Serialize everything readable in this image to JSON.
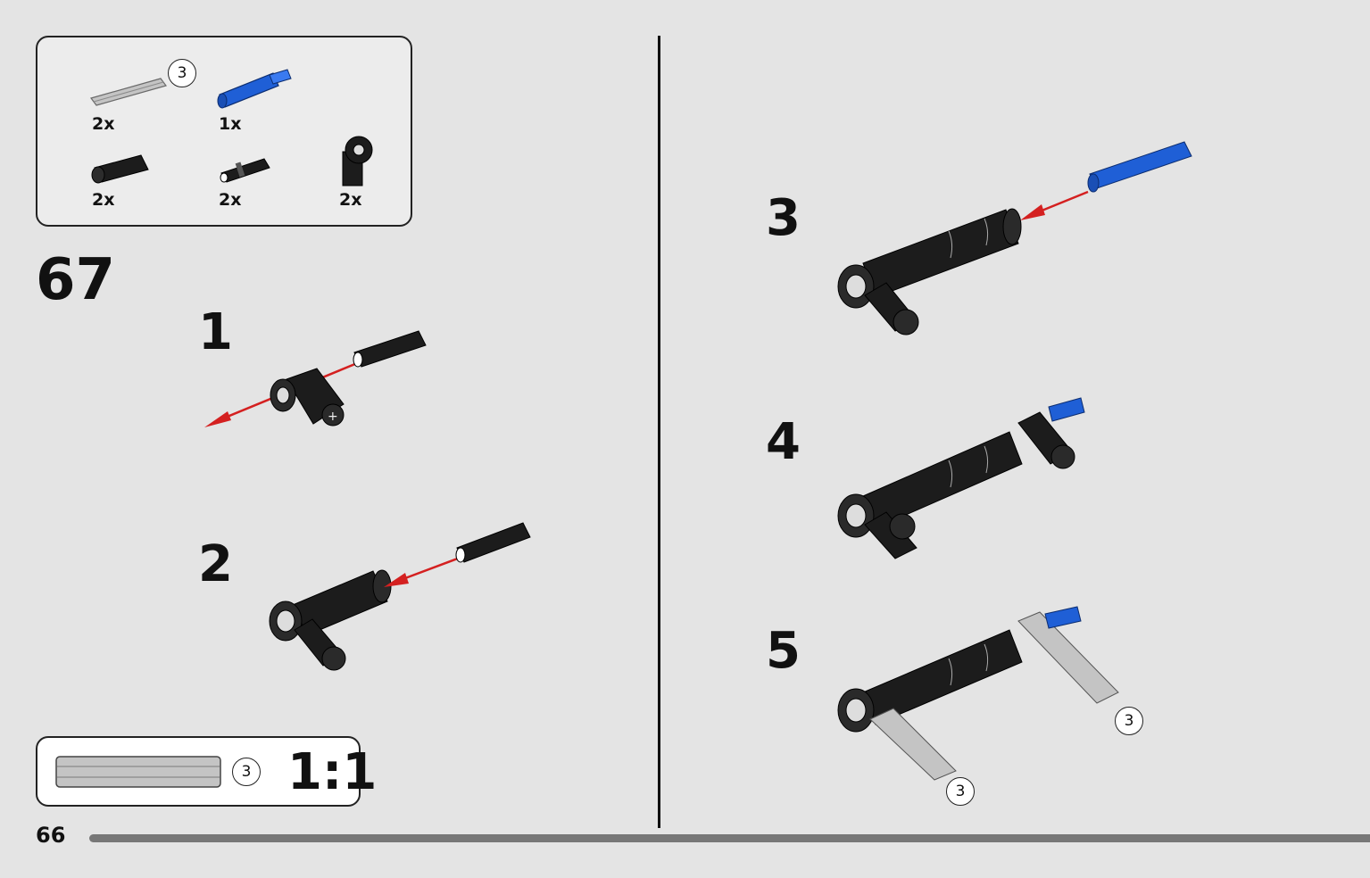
{
  "parts": {
    "items": [
      {
        "qty": "2x",
        "icon": "grey-axle-icon",
        "length_callout": "3"
      },
      {
        "qty": "1x",
        "icon": "blue-pin-icon"
      },
      {
        "qty": "2x",
        "icon": "black-tube-icon"
      },
      {
        "qty": "2x",
        "icon": "black-pin-icon"
      },
      {
        "qty": "2x",
        "icon": "angle-connector-icon"
      }
    ]
  },
  "build": {
    "bag_number": "67",
    "steps": [
      {
        "number": "1"
      },
      {
        "number": "2"
      },
      {
        "number": "3"
      },
      {
        "number": "4"
      },
      {
        "number": "5",
        "callouts": [
          "3",
          "3"
        ]
      }
    ]
  },
  "scale": {
    "callout": "3",
    "label": "1:1"
  },
  "page": {
    "number": "66",
    "progress_fraction": 1.0
  },
  "colors": {
    "background": "#e4e4e4",
    "arrow": "#d42020",
    "blue": "#1f5fd6",
    "black_part": "#1c1c1c",
    "grey_part": "#bdbdbd"
  }
}
